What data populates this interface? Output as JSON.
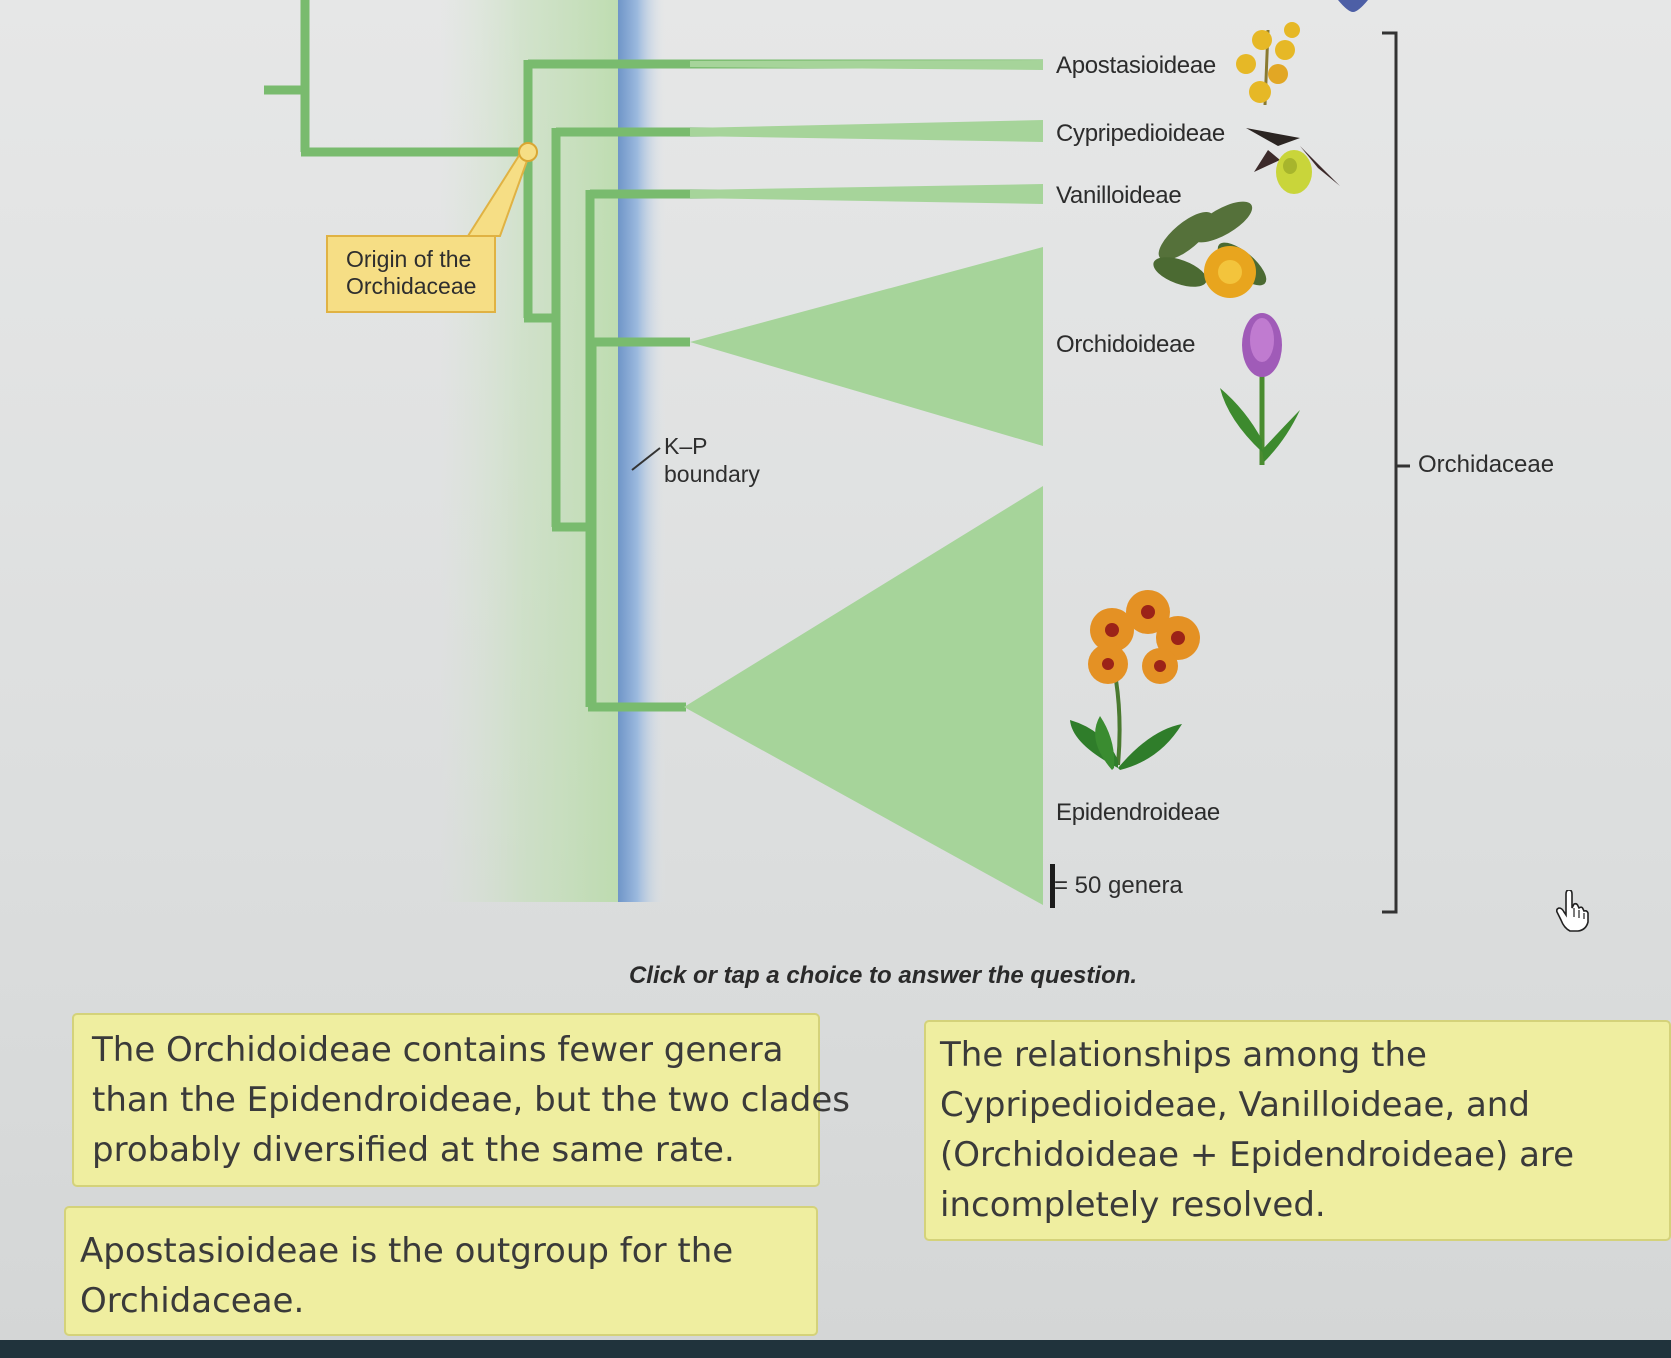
{
  "figure": {
    "clades": [
      {
        "label": "Apostasioideae"
      },
      {
        "label": "Cypripedioideae"
      },
      {
        "label": "Vanilloideae"
      },
      {
        "label": "Orchidoideae"
      },
      {
        "label": "Epidendroideae"
      }
    ],
    "origin_label_line1": "Origin of the",
    "origin_label_line2": "Orchidaceae",
    "kp_label_line1": "K–P",
    "kp_label_line2": "boundary",
    "scale_label": "= 50 genera",
    "family_label": "Orchidaceae",
    "colors": {
      "branch": "#79bb6e",
      "clade_fill": "#a6d49a",
      "kp_band": "#8fb2da",
      "origin_box": "#f6de85"
    }
  },
  "question": {
    "prompt": "Click or tap a choice to answer the question.",
    "choices": [
      {
        "lines": [
          "The Orchidoideae contains fewer genera",
          "than the Epidendroideae, but the two clades",
          "probably diversified at the same rate."
        ]
      },
      {
        "lines": [
          "The relationships among the",
          "Cypripedioideae, Vanilloideae, and",
          "(Orchidoideae + Epidendroideae) are",
          "incompletely resolved."
        ]
      },
      {
        "lines": [
          "Apostasioideae is the outgroup for the",
          "Orchidaceae."
        ]
      }
    ]
  },
  "icons": {
    "cursor": "hand-pointer-icon",
    "flowers": [
      "apostasioideae-flower-icon",
      "cypripedioideae-flower-icon",
      "vanilloideae-flower-icon",
      "orchidoideae-flower-icon",
      "epidendroideae-flower-icon"
    ]
  }
}
